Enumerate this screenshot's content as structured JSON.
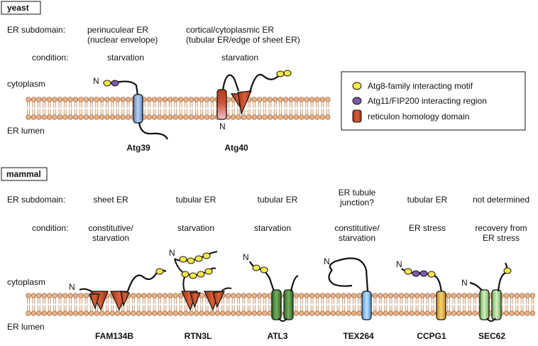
{
  "colors": {
    "lipid_head": "#e8b48a",
    "lipid_head_stroke": "#9a5a30",
    "lipid_tail": "#c8956a",
    "motif_yellow": "#f7e84a",
    "motif_purple": "#7b5aa6",
    "rhd_red": "#c1431f",
    "atg39_blue": "#7fa6d8",
    "atl3_green": "#4e8a3f",
    "tex264_blue": "#7bb5ea",
    "ccpg1_orange": "#e8b13a",
    "sec62_green": "#9ed08a",
    "atg40_pink": "#e9a6b6"
  },
  "yeast": {
    "section_label": "yeast",
    "subdomain_label": "ER subdomain:",
    "condition_label": "condition:",
    "cytoplasm_label": "cytoplasm",
    "lumen_label": "ER lumen",
    "proteins": [
      {
        "name": "Atg39",
        "subdomain": "perinuculear ER\n(nuclear envelope)",
        "condition": "starvation",
        "n_label": "N",
        "icon": "atg39-protein-icon"
      },
      {
        "name": "Atg40",
        "subdomain": "cortical/cytoplasmic ER\n(tubular ER/edge of sheet ER)",
        "condition": "starvation",
        "n_label": "N",
        "icon": "atg40-protein-icon"
      }
    ]
  },
  "legend": {
    "items": [
      {
        "label": "Atg8-family interacting motif",
        "icon": "yellow-motif-icon",
        "color": "#f7e84a"
      },
      {
        "label": "Atg11/FIP200 interacting region",
        "icon": "purple-motif-icon",
        "color": "#7b5aa6"
      },
      {
        "label": "reticulon homology domain",
        "icon": "rhd-icon",
        "color": "#c1431f"
      }
    ]
  },
  "mammal": {
    "section_label": "mammal",
    "subdomain_label": "ER subdomain:",
    "condition_label": "condition:",
    "cytoplasm_label": "cytoplasm",
    "lumen_label": "ER lumen",
    "proteins": [
      {
        "name": "FAM134B",
        "subdomain": "sheet ER",
        "condition": "constitutive/\nstarvation",
        "n_label": "N"
      },
      {
        "name": "RTN3L",
        "subdomain": "tubular ER",
        "condition": "starvation",
        "n_label": "N"
      },
      {
        "name": "ATL3",
        "subdomain": "tubular ER",
        "condition": "starvation",
        "n_label": "N"
      },
      {
        "name": "TEX264",
        "subdomain": "ER tubule\njunction?",
        "condition": "constitutive/\nstarvation",
        "n_label": "N"
      },
      {
        "name": "CCPG1",
        "subdomain": "tubular ER",
        "condition": "ER stress",
        "n_label": "N"
      },
      {
        "name": "SEC62",
        "subdomain": "not determined",
        "condition": "recovery from\nER stress",
        "n_label": "N"
      }
    ]
  }
}
